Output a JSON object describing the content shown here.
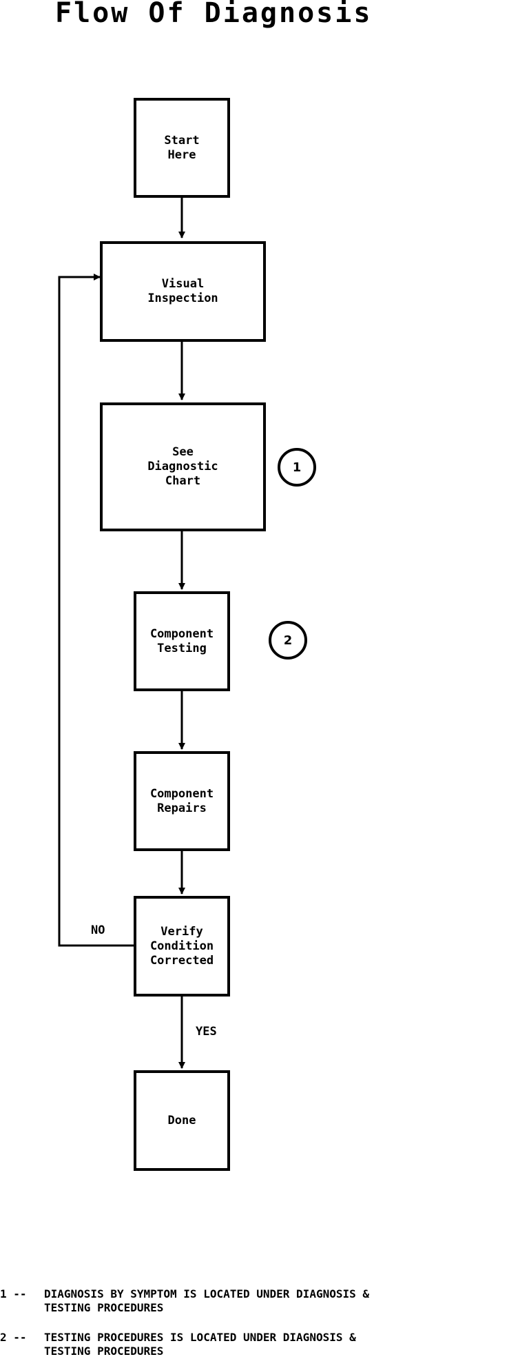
{
  "title": "Flow Of Diagnosis",
  "nodes": {
    "start": "Start\nHere",
    "visual_inspection": "Visual\nInspection",
    "diagnostic_chart": "See\nDiagnostic\nChart",
    "component_testing": "Component\nTesting",
    "component_repairs": "Component\nRepairs",
    "verify": "Verify\nCondition\nCorrected",
    "done": "Done"
  },
  "callouts": {
    "one": "1",
    "two": "2"
  },
  "edges": {
    "no": "NO",
    "yes": "YES"
  },
  "notes": {
    "note1_marker": "1 --",
    "note1_text": "DIAGNOSIS BY SYMPTOM IS LOCATED UNDER DIAGNOSIS &\nTESTING PROCEDURES",
    "note2_marker": "2 --",
    "note2_text": "TESTING PROCEDURES IS LOCATED UNDER DIAGNOSIS &\nTESTING PROCEDURES"
  }
}
